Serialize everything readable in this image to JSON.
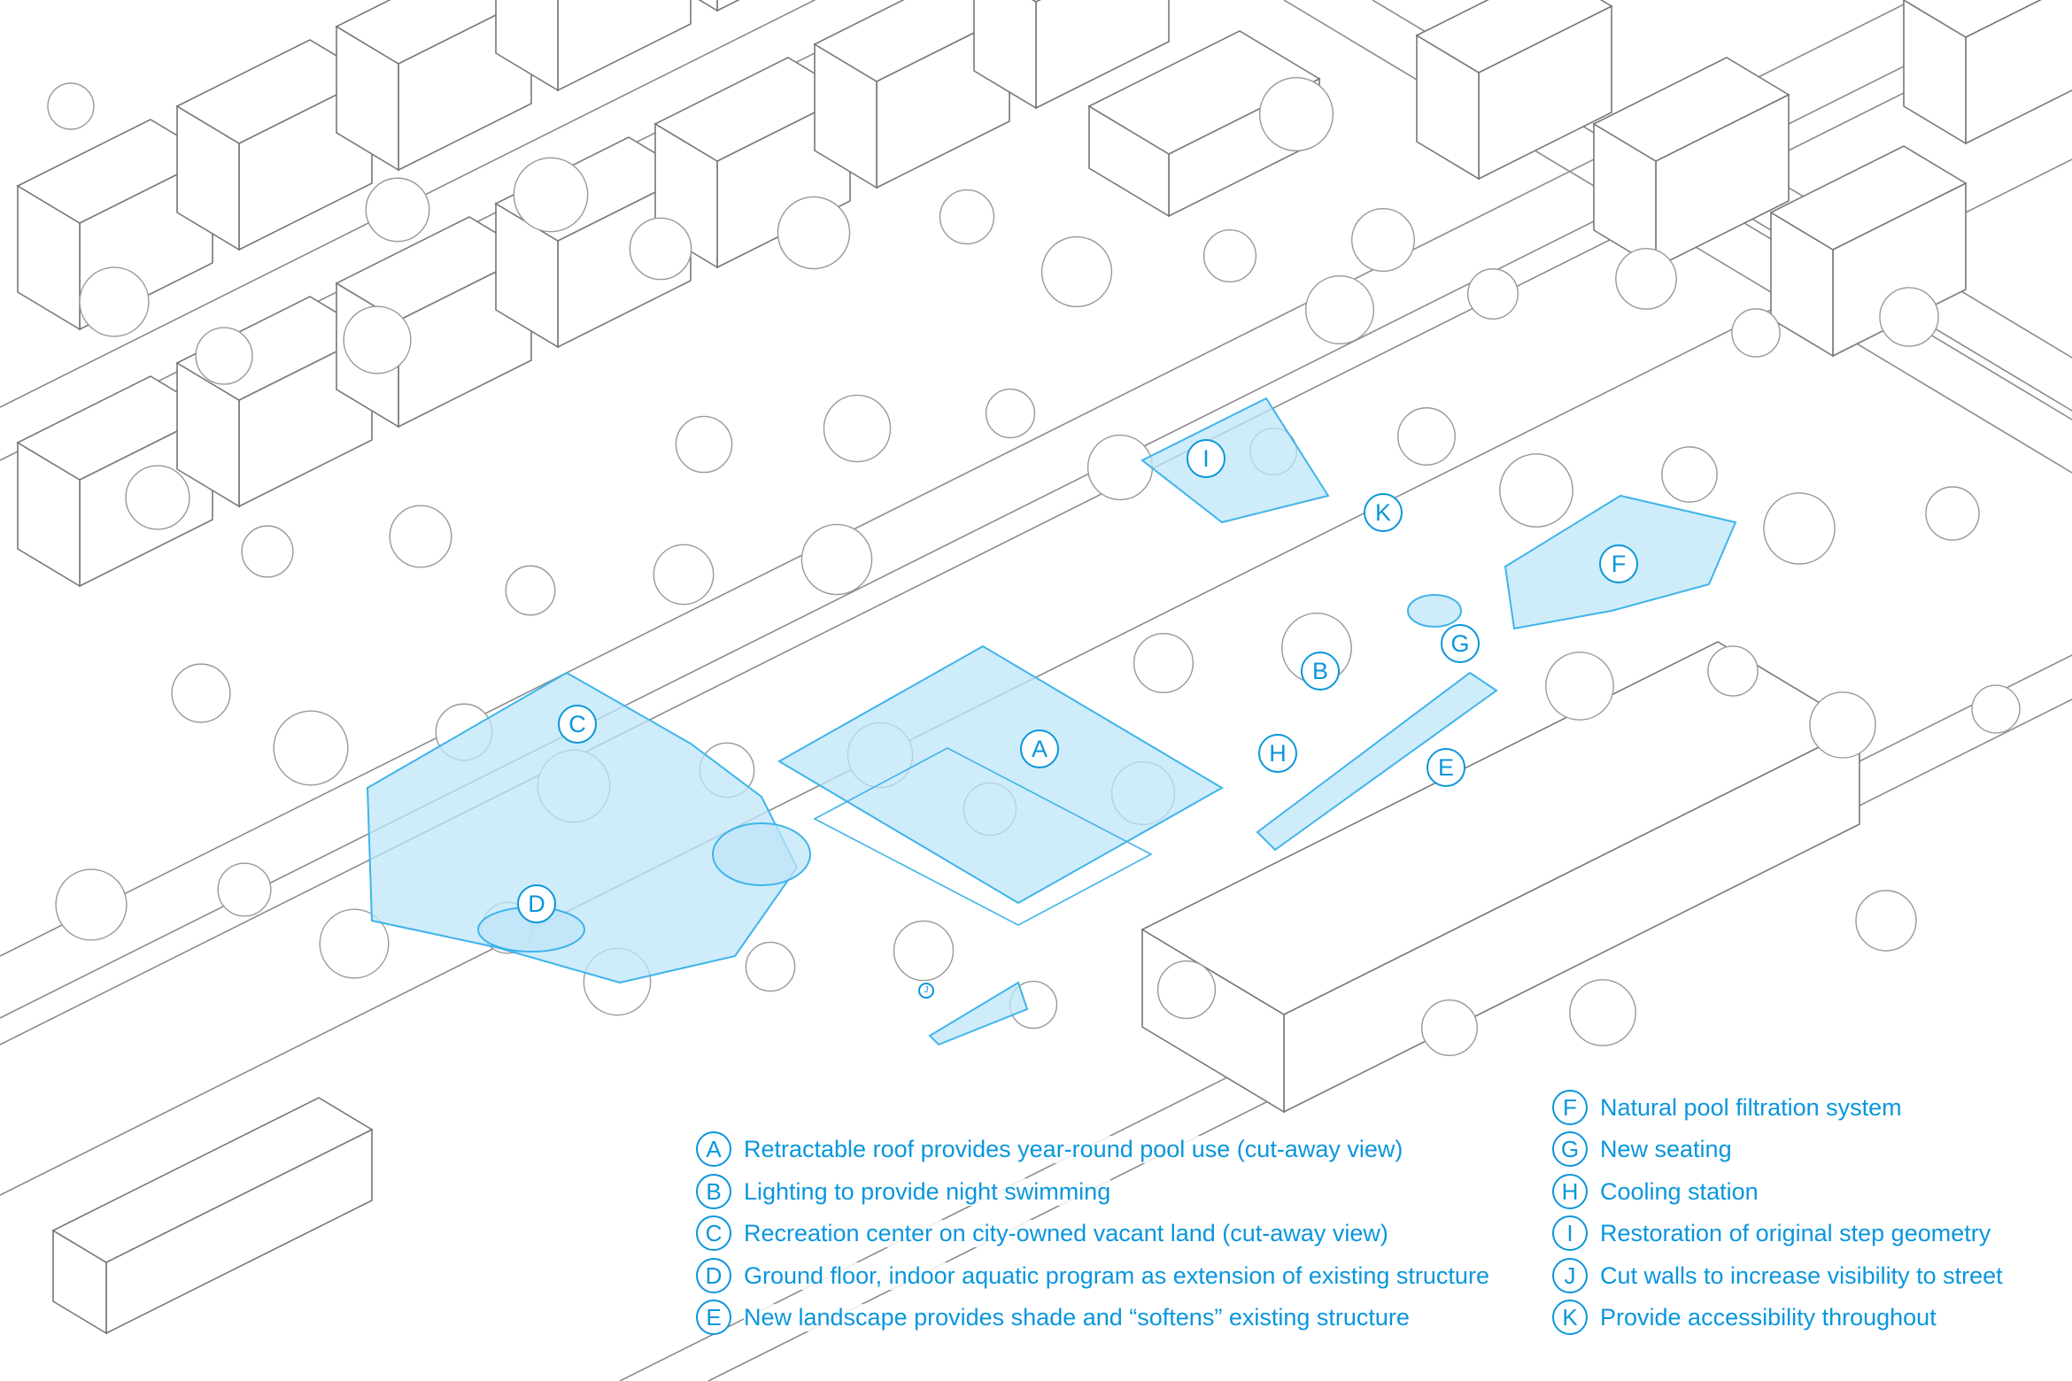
{
  "markers": [
    "A",
    "B",
    "C",
    "D",
    "E",
    "F",
    "G",
    "H",
    "I",
    "J",
    "K"
  ],
  "legend": {
    "left": [
      {
        "letter": "A",
        "text": "Retractable roof provides year-round pool use (cut-away view)"
      },
      {
        "letter": "B",
        "text": "Lighting to provide night swimming"
      },
      {
        "letter": "C",
        "text": "Recreation center on city-owned vacant land (cut-away view)"
      },
      {
        "letter": "D",
        "text": "Ground floor, indoor aquatic program as extension of existing structure"
      },
      {
        "letter": "E",
        "text": "New landscape provides shade and “softens” existing structure"
      }
    ],
    "right": [
      {
        "letter": "F",
        "text": "Natural pool filtration system"
      },
      {
        "letter": "G",
        "text": "New seating"
      },
      {
        "letter": "H",
        "text": "Cooling station"
      },
      {
        "letter": "I",
        "text": "Restoration of original step geometry"
      },
      {
        "letter": "J",
        "text": "Cut walls to increase visibility to street"
      },
      {
        "letter": "K",
        "text": "Provide accessibility throughout"
      }
    ]
  },
  "colors": {
    "accent": "#0a96dc",
    "highlight_fill": "#bfe6f8",
    "line": "#8a8a8a"
  }
}
